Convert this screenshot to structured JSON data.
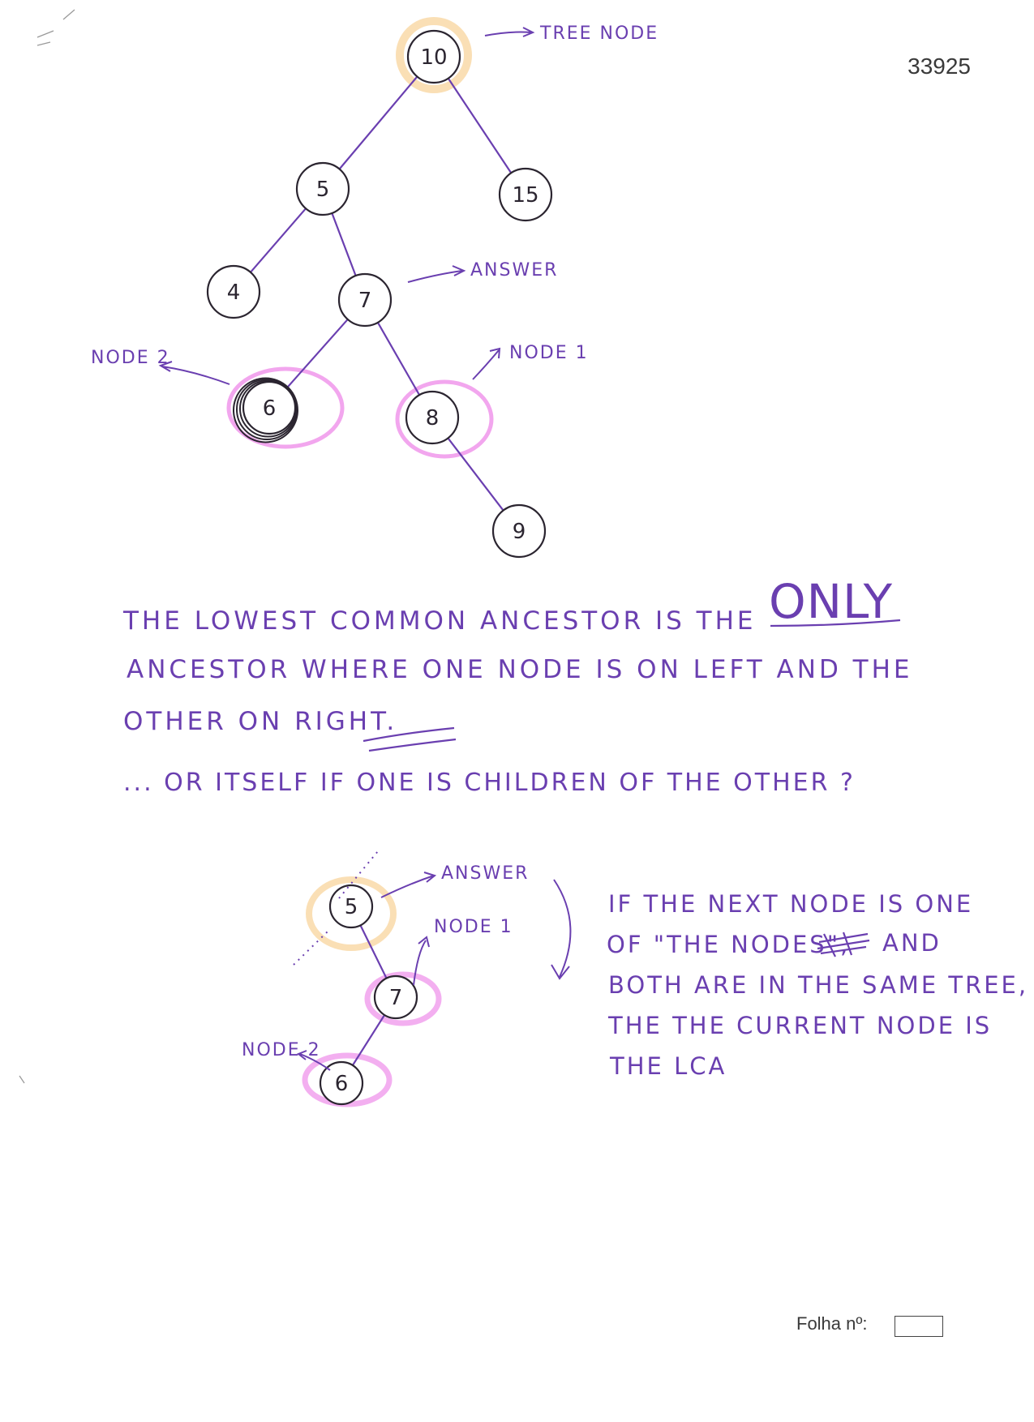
{
  "page_id": "33925",
  "tree1": {
    "nodes": [
      {
        "id": "n10",
        "label": "10"
      },
      {
        "id": "n5",
        "label": "5"
      },
      {
        "id": "n15",
        "label": "15"
      },
      {
        "id": "n4",
        "label": "4"
      },
      {
        "id": "n7",
        "label": "7"
      },
      {
        "id": "n6",
        "label": "6"
      },
      {
        "id": "n8",
        "label": "8"
      },
      {
        "id": "n9",
        "label": "9"
      }
    ],
    "edges": [
      [
        "n10",
        "n5"
      ],
      [
        "n10",
        "n15"
      ],
      [
        "n5",
        "n4"
      ],
      [
        "n5",
        "n7"
      ],
      [
        "n7",
        "n6"
      ],
      [
        "n7",
        "n8"
      ],
      [
        "n8",
        "n9"
      ]
    ],
    "annotations": {
      "tree_node": "TREE NODE",
      "answer": "ANSWER",
      "node2": "NODE 2",
      "node1": "NODE 1"
    }
  },
  "paragraph": {
    "line1a": "THE LOWEST COMMON ANCESTOR IS THE",
    "line1b": "ONLY",
    "line2": "ANCESTOR WHERE ONE NODE IS ON LEFT AND THE",
    "line3": "OTHER ON RIGHT.",
    "line4": "... OR ITSELF IF ONE IS CHILDREN OF THE OTHER ?"
  },
  "tree2": {
    "nodes": [
      {
        "id": "m5",
        "label": "5"
      },
      {
        "id": "m7",
        "label": "7"
      },
      {
        "id": "m6",
        "label": "6"
      }
    ],
    "edges": [
      [
        "m5",
        "m7"
      ],
      [
        "m7",
        "m6"
      ]
    ],
    "annotations": {
      "answer": "ANSWER",
      "node1": "NODE 1",
      "node2": "NODE 2"
    }
  },
  "side_note": {
    "line1": "IF THE NEXT NODE IS ONE",
    "line2a": "OF \"THE NODES\",",
    "line2b": "AND",
    "line3": "BOTH ARE IN THE SAME TREE,",
    "line4": "THE THE CURRENT NODE IS",
    "line5": "THE LCA"
  },
  "footer": {
    "folha_label": "Folha nº:"
  },
  "colors": {
    "ink": "#6a3fb0",
    "node_stroke": "#2b2530",
    "highlight_pink": "#f2a6ee",
    "highlight_orange": "#f9d9a8"
  }
}
